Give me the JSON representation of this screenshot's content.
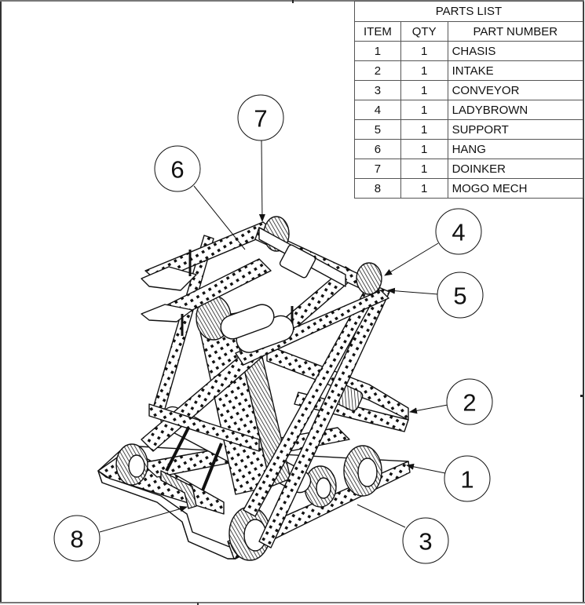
{
  "parts_list": {
    "title": "PARTS LIST",
    "columns": [
      "ITEM",
      "QTY",
      "PART NUMBER"
    ],
    "rows": [
      {
        "item": "1",
        "qty": "1",
        "part_number": "CHASIS"
      },
      {
        "item": "2",
        "qty": "1",
        "part_number": "INTAKE"
      },
      {
        "item": "3",
        "qty": "1",
        "part_number": "CONVEYOR"
      },
      {
        "item": "4",
        "qty": "1",
        "part_number": "LADYBROWN"
      },
      {
        "item": "5",
        "qty": "1",
        "part_number": "SUPPORT"
      },
      {
        "item": "6",
        "qty": "1",
        "part_number": "HANG"
      },
      {
        "item": "7",
        "qty": "1",
        "part_number": "DOINKER"
      },
      {
        "item": "8",
        "qty": "1",
        "part_number": "MOGO MECH"
      }
    ]
  },
  "balloons": [
    {
      "label": "1",
      "part": "CHASIS"
    },
    {
      "label": "2",
      "part": "INTAKE"
    },
    {
      "label": "3",
      "part": "CONVEYOR"
    },
    {
      "label": "4",
      "part": "LADYBROWN"
    },
    {
      "label": "5",
      "part": "SUPPORT"
    },
    {
      "label": "6",
      "part": "HANG"
    },
    {
      "label": "7",
      "part": "DOINKER"
    },
    {
      "label": "8",
      "part": "MOGO MECH"
    }
  ],
  "colors": {
    "line": "#111111",
    "border": "#333333",
    "background": "#ffffff"
  }
}
